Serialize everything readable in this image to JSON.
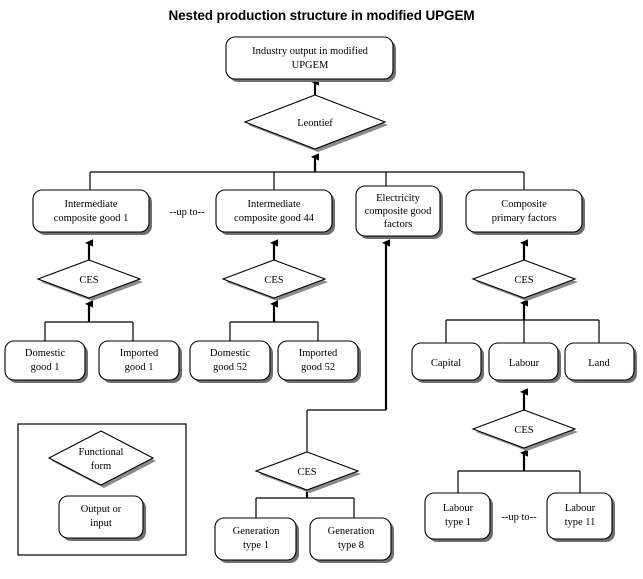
{
  "title": "Nested production structure in modified UPGEM",
  "nodes": {
    "industry_output": {
      "line1": "Industry output in modified",
      "line2": "UPGEM"
    },
    "leontief": {
      "label": "Leontief"
    },
    "intermediate_good_1": {
      "line1": "Intermediate",
      "line2": "composite good 1"
    },
    "intermediate_good_44": {
      "line1": "Intermediate",
      "line2": "composite good 44"
    },
    "electricity_composite": {
      "line1": "Electricity",
      "line2": "composite good",
      "line3": "factors"
    },
    "composite_primary_factors": {
      "line1": "Composite",
      "line2": "primary factors"
    },
    "ces_good_1": {
      "label": "CES"
    },
    "ces_good_44": {
      "label": "CES"
    },
    "ces_primary": {
      "label": "CES"
    },
    "ces_generation": {
      "label": "CES"
    },
    "ces_labour": {
      "label": "CES"
    },
    "domestic_good_1": {
      "line1": "Domestic",
      "line2": "good 1"
    },
    "imported_good_1": {
      "line1": "Imported",
      "line2": "good 1"
    },
    "domestic_good_52": {
      "line1": "Domestic",
      "line2": "good 52"
    },
    "imported_good_52": {
      "line1": "Imported",
      "line2": "good 52"
    },
    "capital": {
      "label": "Capital"
    },
    "labour": {
      "label": "Labour"
    },
    "land": {
      "label": "Land"
    },
    "generation_type_1": {
      "line1": "Generation",
      "line2": "type 1"
    },
    "generation_type_8": {
      "line1": "Generation",
      "line2": "type 8"
    },
    "labour_type_1": {
      "line1": "Labour",
      "line2": "type 1"
    },
    "labour_type_11": {
      "line1": "Labour",
      "line2": "type 11"
    }
  },
  "notes": {
    "up_to_intermediate": "--up to--",
    "up_to_labour": "--up to--"
  },
  "legend": {
    "functional_form": {
      "line1": "Functional",
      "line2": "form"
    },
    "output_or_input": {
      "line1": "Output or",
      "line2": "input"
    }
  },
  "colors": {
    "background": "#ffffff",
    "stroke": "#000000",
    "shadow": "#6f6f6f",
    "text": "#000000"
  }
}
